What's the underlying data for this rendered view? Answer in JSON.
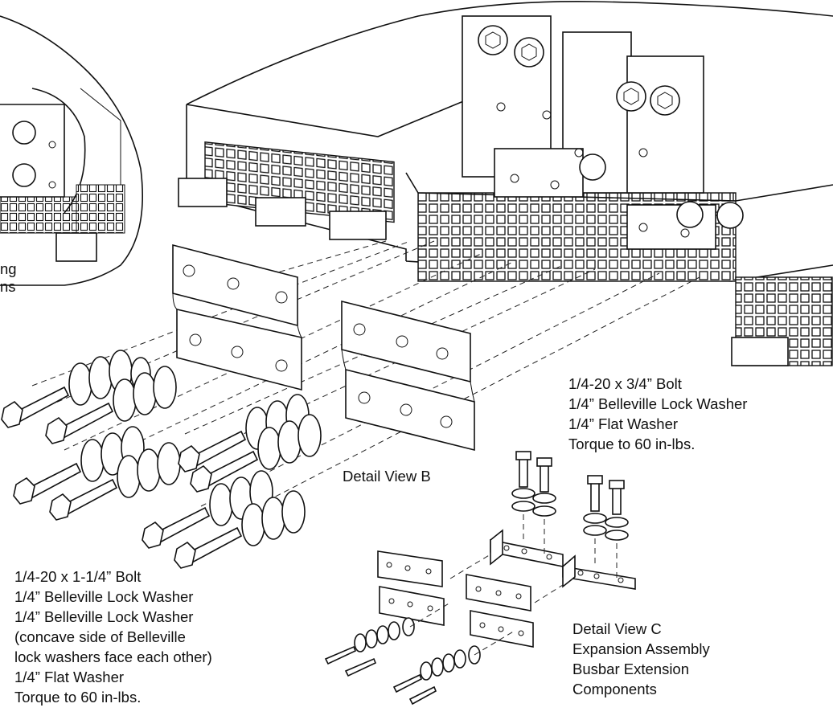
{
  "callouts": {
    "partial_top": "ng",
    "partial_bottom": "ns"
  },
  "detail_b": {
    "title": "Detail View B"
  },
  "hardware_top": {
    "lines": [
      "1/4-20 x 3/4” Bolt",
      "1/4” Belleville Lock Washer",
      "1/4” Flat Washer",
      "Torque to 60 in-lbs."
    ]
  },
  "hardware_bottom": {
    "lines": [
      "1/4-20 x 1-1/4” Bolt",
      "1/4” Belleville Lock Washer",
      "1/4” Belleville Lock Washer",
      "(concave side of Belleville",
      "lock washers face each other)",
      "1/4” Flat Washer",
      "Torque to 60 in-lbs."
    ]
  },
  "detail_c": {
    "lines": [
      "Detail View C",
      "Expansion Assembly",
      "Busbar Extension",
      "Components"
    ]
  }
}
